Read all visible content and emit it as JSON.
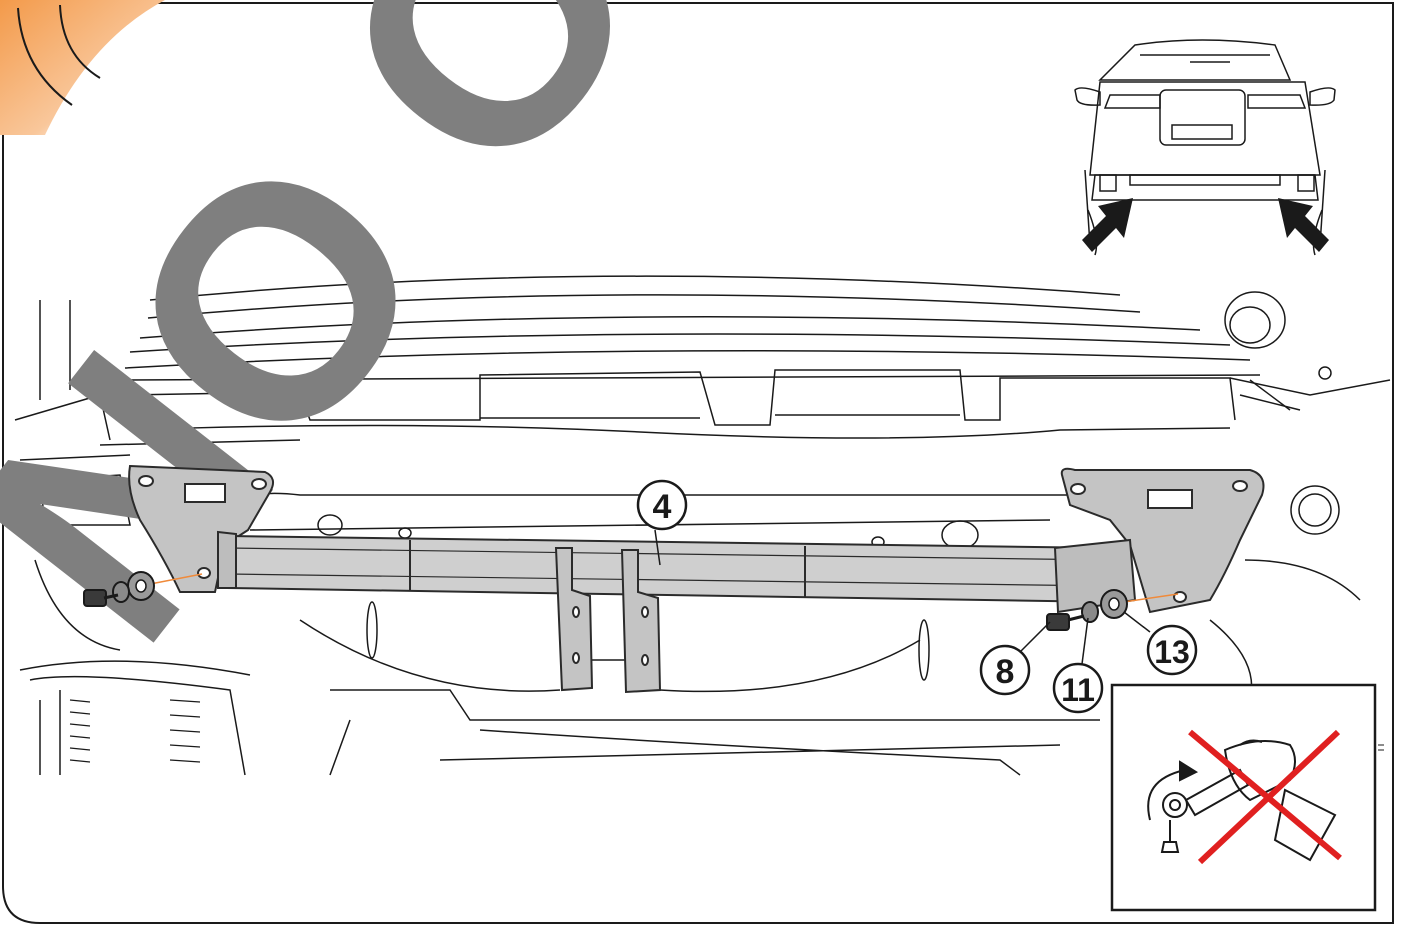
{
  "callouts": [
    {
      "id": "4",
      "label": "4"
    },
    {
      "id": "8",
      "label": "8"
    },
    {
      "id": "11",
      "label": "11"
    },
    {
      "id": "13",
      "label": "13"
    }
  ],
  "watermark": {
    "text": "NO OK",
    "color": "#7f7f7f"
  },
  "colors": {
    "frame": "#1a1a1a",
    "crossbar_fill": "#cfcfcf",
    "crossbar_stroke": "#2b2b2b",
    "inset_cross": "#e02020",
    "corner_accent": "#f39a4a",
    "arrow": "#1a1a1a",
    "guide_line": "#f08a3a"
  },
  "icons": {
    "vehicle_rear_view": "car-rear-view-icon",
    "mounting_point_arrows": "arrow-icon",
    "no_power_tool_warning": "no-impact-wrench-icon"
  }
}
